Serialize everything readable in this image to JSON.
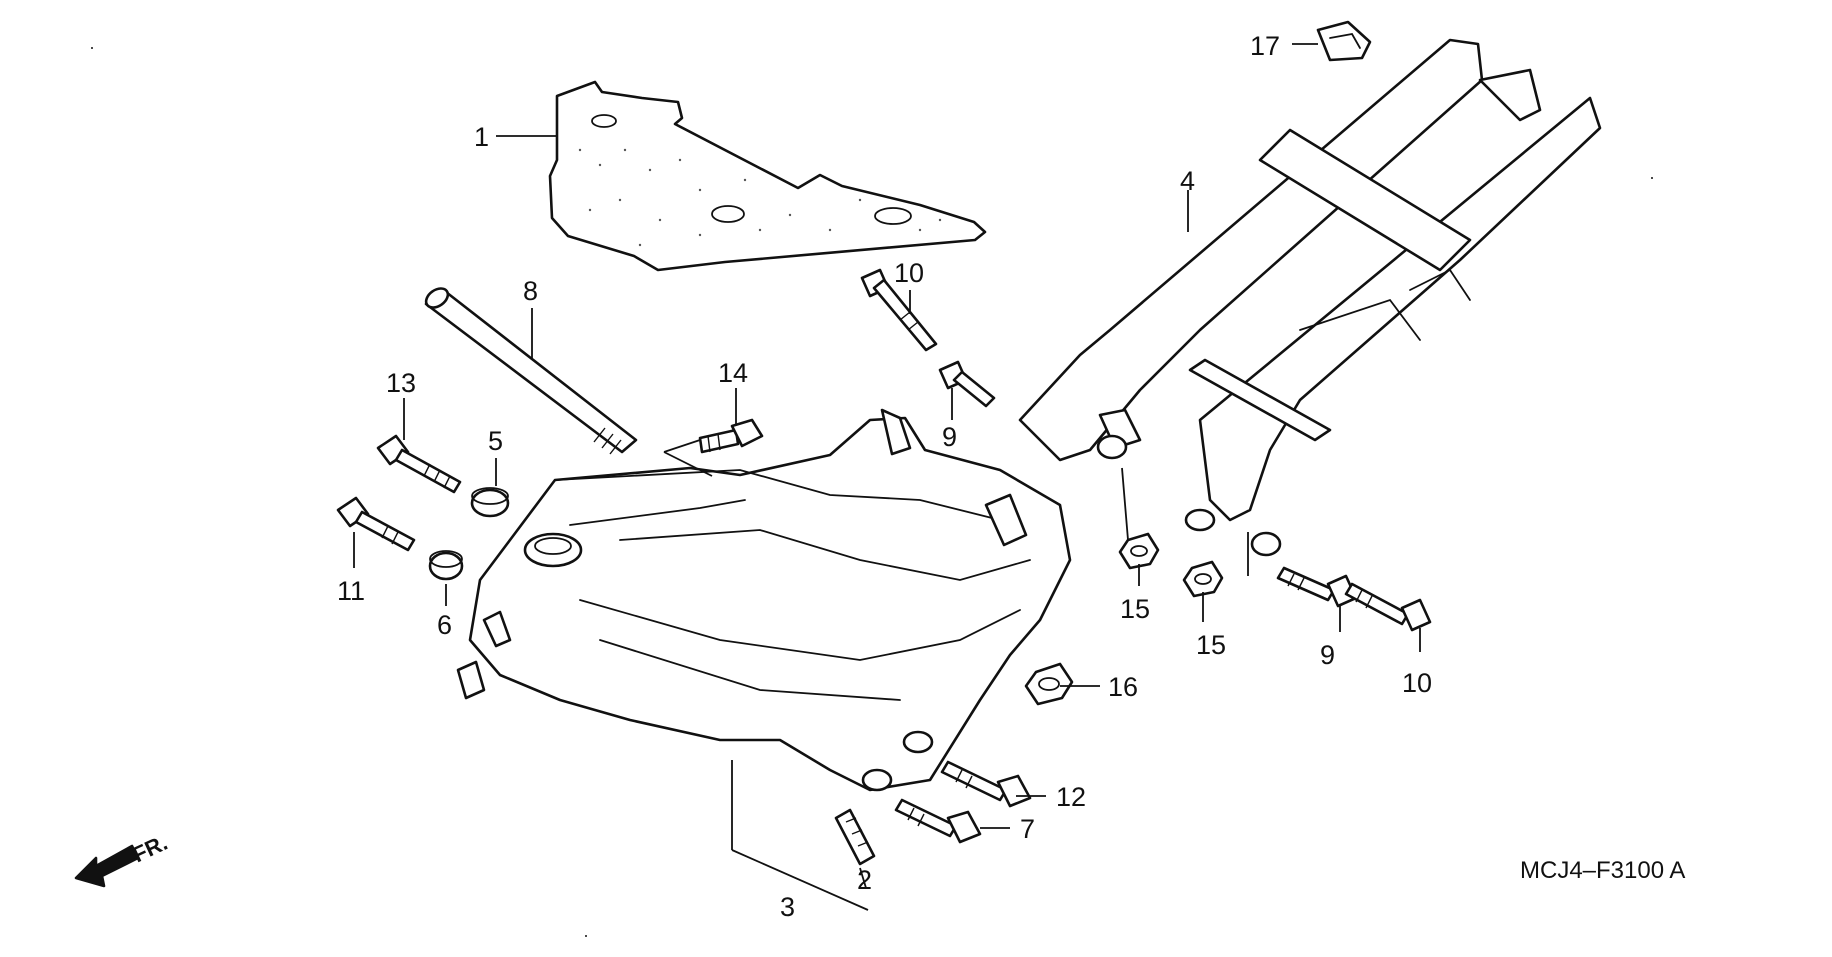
{
  "diagram_code": "MCJ4–F3100 A",
  "direction_label": "FR.",
  "callouts": {
    "c1": "1",
    "c2": "2",
    "c3": "3",
    "c4": "4",
    "c5": "5",
    "c6": "6",
    "c7": "7",
    "c8": "8",
    "c9a": "9",
    "c9b": "9",
    "c10a": "10",
    "c10b": "10",
    "c11": "11",
    "c12": "12",
    "c13": "13",
    "c14": "14",
    "c15a": "15",
    "c15b": "15",
    "c16": "16",
    "c17": "17"
  },
  "colors": {
    "ink": "#111111",
    "paper": "#ffffff"
  }
}
